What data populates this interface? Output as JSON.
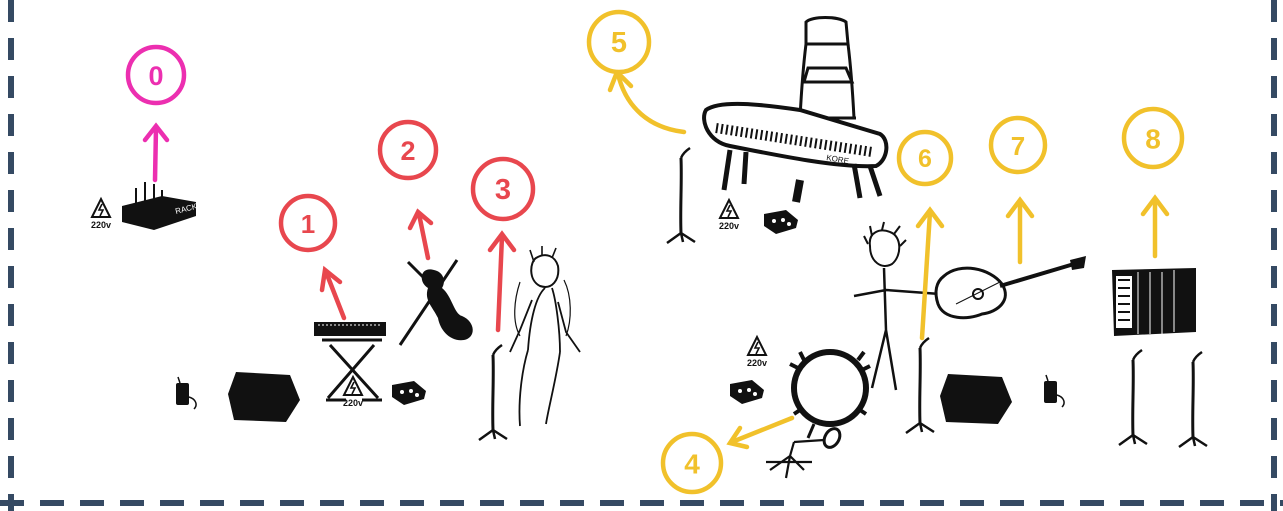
{
  "colors": {
    "magenta": "#ec2fb0",
    "red": "#e8474e",
    "yellow": "#f1c12b",
    "border": "#354a63",
    "ink": "#111111"
  },
  "markers": [
    {
      "id": "0",
      "label": "0",
      "color": "magenta"
    },
    {
      "id": "1",
      "label": "1",
      "color": "red"
    },
    {
      "id": "2",
      "label": "2",
      "color": "red"
    },
    {
      "id": "3",
      "label": "3",
      "color": "red"
    },
    {
      "id": "4",
      "label": "4",
      "color": "yellow"
    },
    {
      "id": "5",
      "label": "5",
      "color": "yellow"
    },
    {
      "id": "6",
      "label": "6",
      "color": "yellow"
    },
    {
      "id": "7",
      "label": "7",
      "color": "yellow"
    },
    {
      "id": "8",
      "label": "8",
      "color": "yellow"
    }
  ],
  "power_label": "220v",
  "rack_label": "RACK",
  "keyboard_brand": "KORE",
  "icons": [
    "rack-unit-icon",
    "power-220v-icon",
    "monitor-speaker-icon",
    "bodypack-icon",
    "keyboard-stand-icon",
    "violin-icon",
    "vocalist-figure-icon",
    "mic-stand-icon",
    "stage-box-icon",
    "stage-piano-icon",
    "folding-chair-icon",
    "bass-drum-icon",
    "drummer-figure-icon",
    "acoustic-guitar-icon",
    "accordion-icon"
  ]
}
